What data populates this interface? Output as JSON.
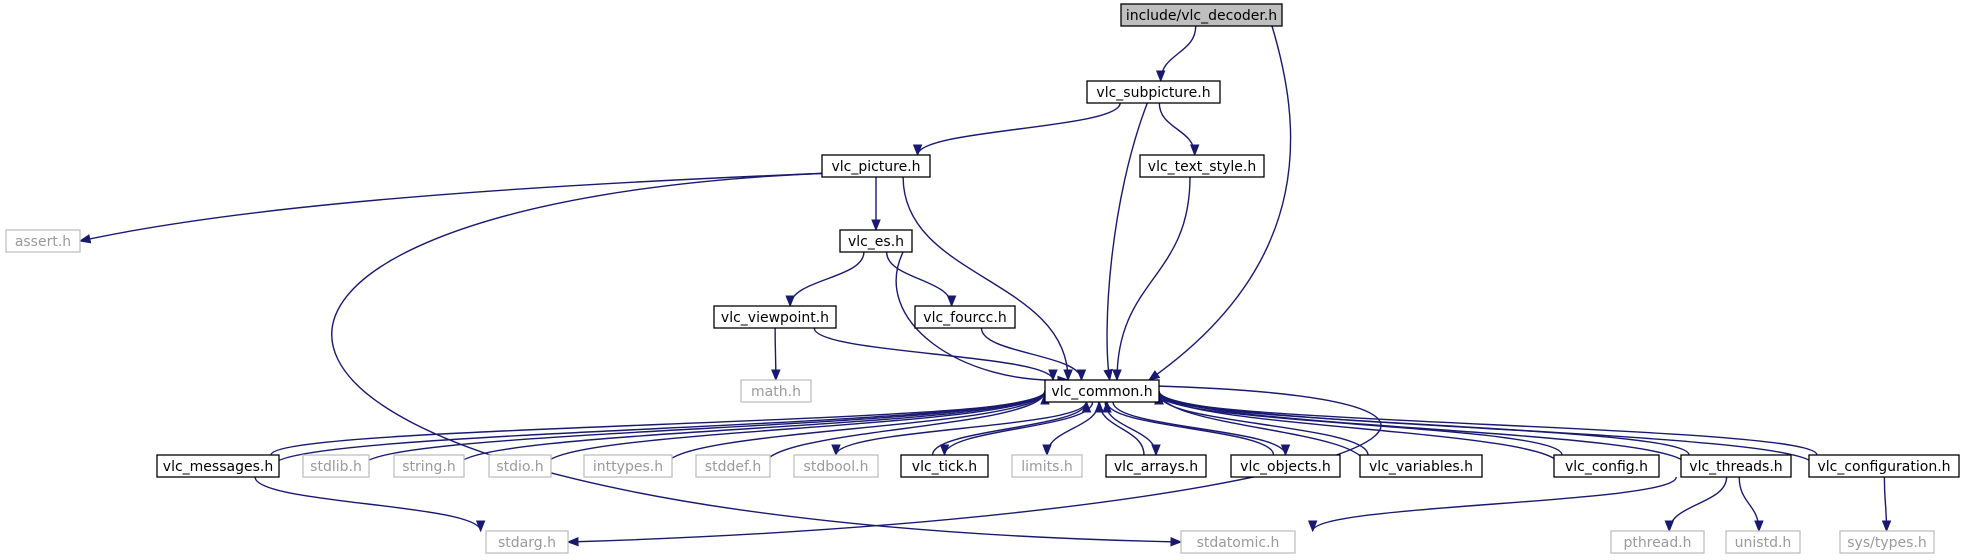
{
  "colors": {
    "edge": "#191970",
    "root_fill": "#bfbfbf",
    "node_border": "#000000",
    "system_border": "#bfbfbf",
    "system_text": "#9a9a9a"
  },
  "nodes": [
    {
      "id": "vlc_decoder",
      "label": "include/vlc_decoder.h",
      "kind": "root"
    },
    {
      "id": "vlc_subpicture",
      "label": "vlc_subpicture.h",
      "kind": "primary"
    },
    {
      "id": "vlc_picture",
      "label": "vlc_picture.h",
      "kind": "primary"
    },
    {
      "id": "vlc_text_style",
      "label": "vlc_text_style.h",
      "kind": "primary"
    },
    {
      "id": "assert",
      "label": "assert.h",
      "kind": "sys"
    },
    {
      "id": "vlc_es",
      "label": "vlc_es.h",
      "kind": "primary"
    },
    {
      "id": "vlc_viewpoint",
      "label": "vlc_viewpoint.h",
      "kind": "primary"
    },
    {
      "id": "vlc_fourcc",
      "label": "vlc_fourcc.h",
      "kind": "primary"
    },
    {
      "id": "math",
      "label": "math.h",
      "kind": "sys"
    },
    {
      "id": "vlc_common",
      "label": "vlc_common.h",
      "kind": "primary"
    },
    {
      "id": "vlc_messages",
      "label": "vlc_messages.h",
      "kind": "primary"
    },
    {
      "id": "stdlib",
      "label": "stdlib.h",
      "kind": "sys"
    },
    {
      "id": "string",
      "label": "string.h",
      "kind": "sys"
    },
    {
      "id": "stdio",
      "label": "stdio.h",
      "kind": "sys"
    },
    {
      "id": "inttypes",
      "label": "inttypes.h",
      "kind": "sys"
    },
    {
      "id": "stddef",
      "label": "stddef.h",
      "kind": "sys"
    },
    {
      "id": "stdbool",
      "label": "stdbool.h",
      "kind": "sys"
    },
    {
      "id": "vlc_tick",
      "label": "vlc_tick.h",
      "kind": "primary"
    },
    {
      "id": "limits",
      "label": "limits.h",
      "kind": "sys"
    },
    {
      "id": "vlc_arrays",
      "label": "vlc_arrays.h",
      "kind": "primary"
    },
    {
      "id": "vlc_objects",
      "label": "vlc_objects.h",
      "kind": "primary"
    },
    {
      "id": "vlc_variables",
      "label": "vlc_variables.h",
      "kind": "primary"
    },
    {
      "id": "vlc_config",
      "label": "vlc_config.h",
      "kind": "primary"
    },
    {
      "id": "vlc_threads",
      "label": "vlc_threads.h",
      "kind": "primary"
    },
    {
      "id": "vlc_configuration",
      "label": "vlc_configuration.h",
      "kind": "primary"
    },
    {
      "id": "stdarg",
      "label": "stdarg.h",
      "kind": "sys"
    },
    {
      "id": "stdatomic",
      "label": "stdatomic.h",
      "kind": "sys"
    },
    {
      "id": "pthread",
      "label": "pthread.h",
      "kind": "sys"
    },
    {
      "id": "unistd",
      "label": "unistd.h",
      "kind": "sys"
    },
    {
      "id": "sys_types",
      "label": "sys/types.h",
      "kind": "sys"
    }
  ],
  "edges": [
    {
      "from": "vlc_decoder",
      "to": "vlc_subpicture"
    },
    {
      "from": "vlc_decoder",
      "to": "vlc_common"
    },
    {
      "from": "vlc_subpicture",
      "to": "vlc_picture"
    },
    {
      "from": "vlc_subpicture",
      "to": "vlc_text_style"
    },
    {
      "from": "vlc_subpicture",
      "to": "vlc_common"
    },
    {
      "from": "vlc_picture",
      "to": "assert"
    },
    {
      "from": "vlc_picture",
      "to": "vlc_es"
    },
    {
      "from": "vlc_picture",
      "to": "vlc_common"
    },
    {
      "from": "vlc_picture",
      "to": "stdatomic"
    },
    {
      "from": "vlc_text_style",
      "to": "vlc_common"
    },
    {
      "from": "vlc_es",
      "to": "vlc_viewpoint"
    },
    {
      "from": "vlc_es",
      "to": "vlc_fourcc"
    },
    {
      "from": "vlc_es",
      "to": "vlc_common"
    },
    {
      "from": "vlc_viewpoint",
      "to": "math"
    },
    {
      "from": "vlc_viewpoint",
      "to": "vlc_common"
    },
    {
      "from": "vlc_fourcc",
      "to": "vlc_common"
    },
    {
      "from": "vlc_common",
      "to": "vlc_messages"
    },
    {
      "from": "vlc_common",
      "to": "stdlib"
    },
    {
      "from": "vlc_common",
      "to": "string"
    },
    {
      "from": "vlc_common",
      "to": "stdio"
    },
    {
      "from": "vlc_common",
      "to": "inttypes"
    },
    {
      "from": "vlc_common",
      "to": "stddef"
    },
    {
      "from": "vlc_common",
      "to": "stdbool"
    },
    {
      "from": "vlc_common",
      "to": "vlc_tick"
    },
    {
      "from": "vlc_common",
      "to": "limits"
    },
    {
      "from": "vlc_common",
      "to": "vlc_arrays"
    },
    {
      "from": "vlc_common",
      "to": "vlc_objects"
    },
    {
      "from": "vlc_common",
      "to": "vlc_variables"
    },
    {
      "from": "vlc_common",
      "to": "vlc_config"
    },
    {
      "from": "vlc_common",
      "to": "vlc_threads"
    },
    {
      "from": "vlc_common",
      "to": "vlc_configuration"
    },
    {
      "from": "vlc_common",
      "to": "stdarg"
    },
    {
      "from": "vlc_messages",
      "to": "vlc_common"
    },
    {
      "from": "vlc_messages",
      "to": "stdarg"
    },
    {
      "from": "vlc_tick",
      "to": "vlc_common"
    },
    {
      "from": "vlc_arrays",
      "to": "vlc_common"
    },
    {
      "from": "vlc_objects",
      "to": "vlc_common"
    },
    {
      "from": "vlc_variables",
      "to": "vlc_common"
    },
    {
      "from": "vlc_config",
      "to": "vlc_common"
    },
    {
      "from": "vlc_threads",
      "to": "vlc_common"
    },
    {
      "from": "vlc_threads",
      "to": "stdatomic"
    },
    {
      "from": "vlc_threads",
      "to": "pthread"
    },
    {
      "from": "vlc_threads",
      "to": "unistd"
    },
    {
      "from": "vlc_configuration",
      "to": "vlc_common"
    },
    {
      "from": "vlc_configuration",
      "to": "sys_types"
    }
  ]
}
